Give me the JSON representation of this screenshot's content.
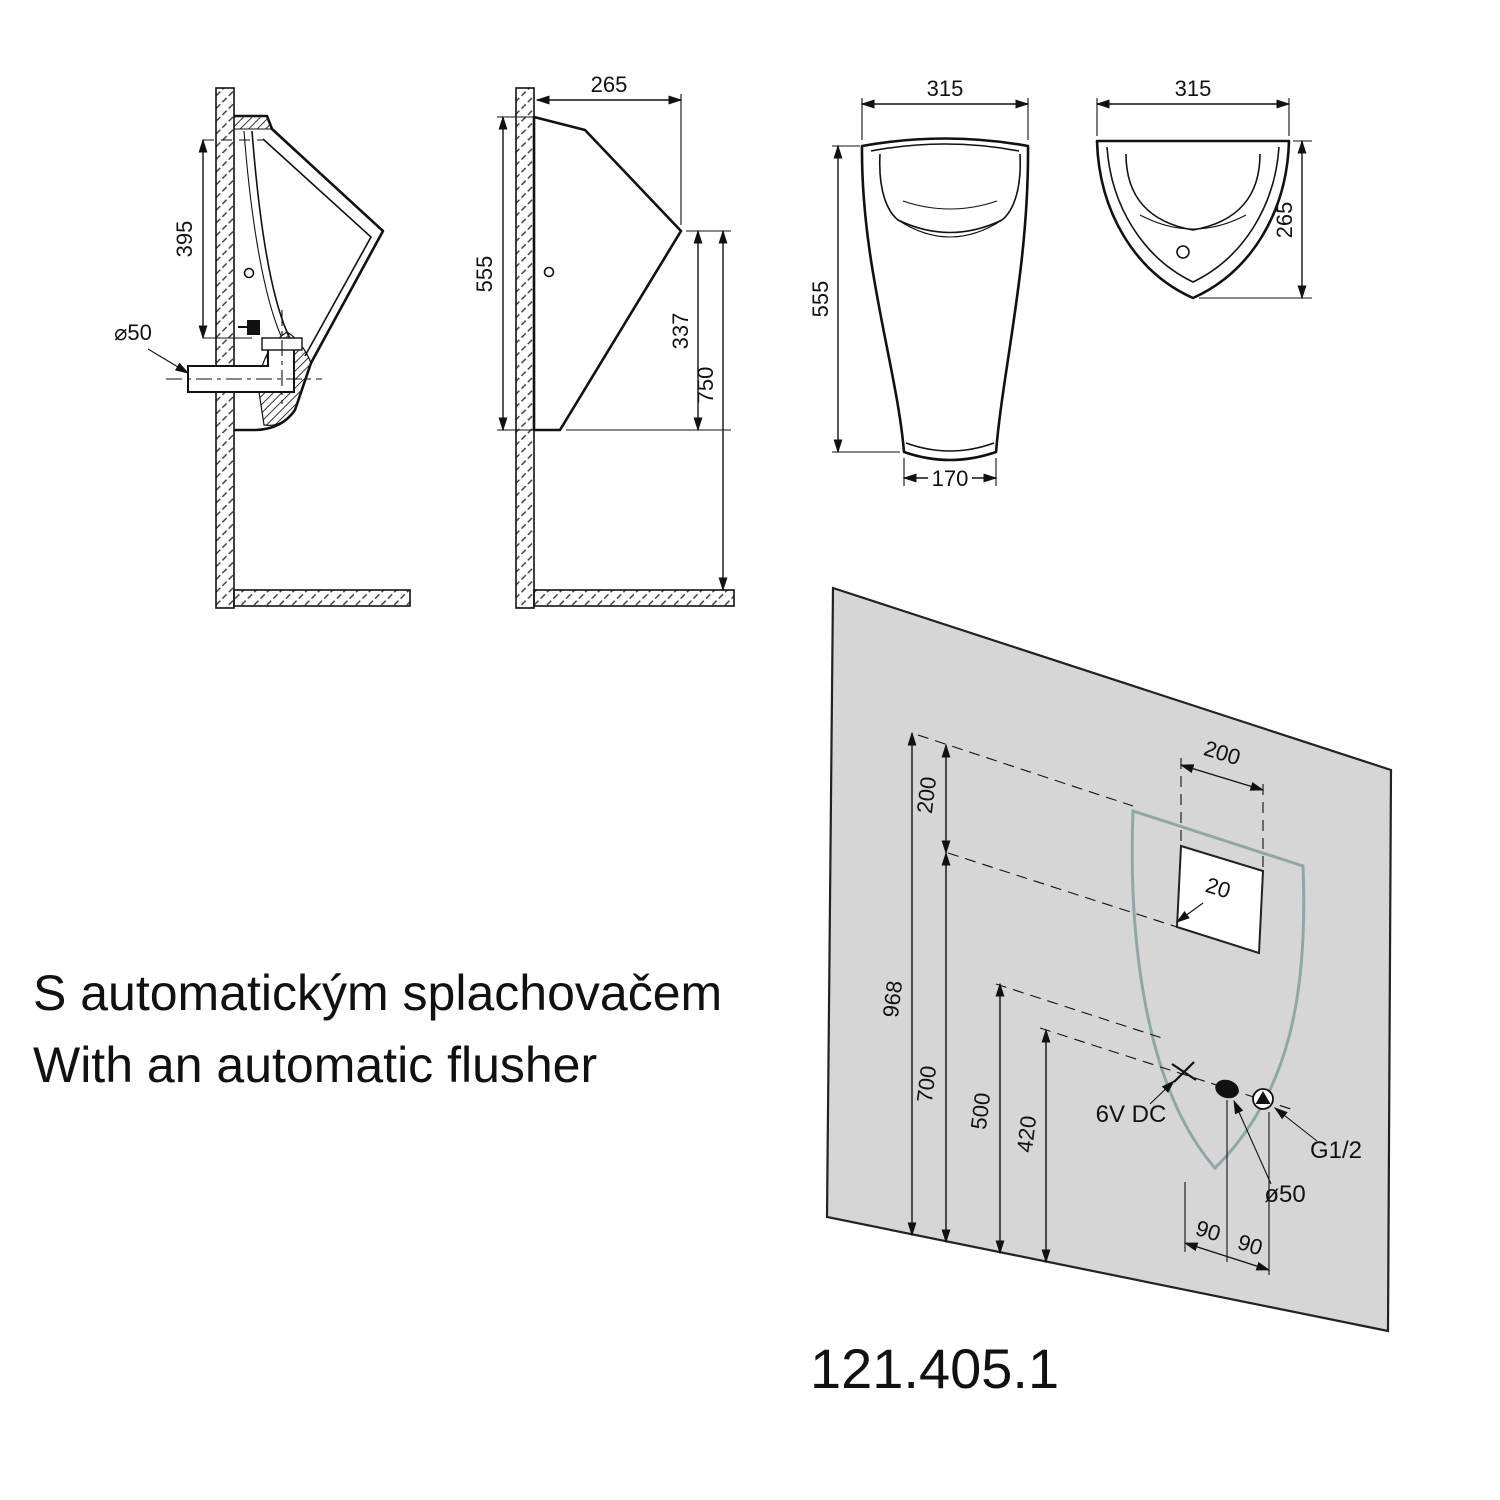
{
  "captions": {
    "subtitle_cs": "S automatickým splachovačem",
    "subtitle_en": "With an automatic flusher",
    "product_code": "121.405.1"
  },
  "side_section": {
    "height_395": "395",
    "drain_d50": "⌀50"
  },
  "side_profile": {
    "depth_265": "265",
    "height_555": "555",
    "front_height_337": "337",
    "rim_height_750": "750"
  },
  "front_view": {
    "width_315": "315",
    "height_555": "555",
    "base_width_170": "170"
  },
  "top_view": {
    "width_315": "315",
    "depth_265": "265"
  },
  "installation": {
    "recess_width_200": "200",
    "recess_depth_20": "20",
    "offset_200": "200",
    "height_968": "968",
    "height_700": "700",
    "height_500": "500",
    "height_420": "420",
    "power": "6V DC",
    "water_conn": "G1/2",
    "drain": "ø50",
    "span_left_90": "90",
    "span_right_90": "90"
  }
}
